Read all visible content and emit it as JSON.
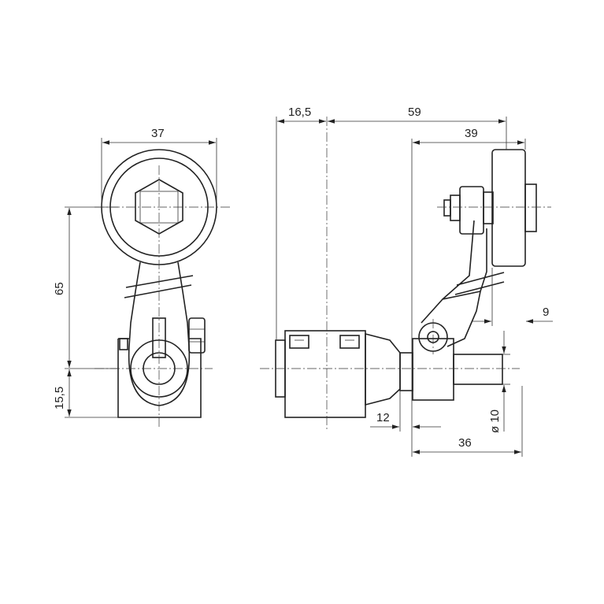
{
  "drawing": {
    "dimensions": {
      "width_37": "37",
      "height_65": "65",
      "height_15_5": "15,5",
      "offset_16_5": "16,5",
      "length_59": "59",
      "length_39": "39",
      "gap_9": "9",
      "gap_12": "12",
      "length_36": "36",
      "diameter_10": "ø 10"
    }
  }
}
